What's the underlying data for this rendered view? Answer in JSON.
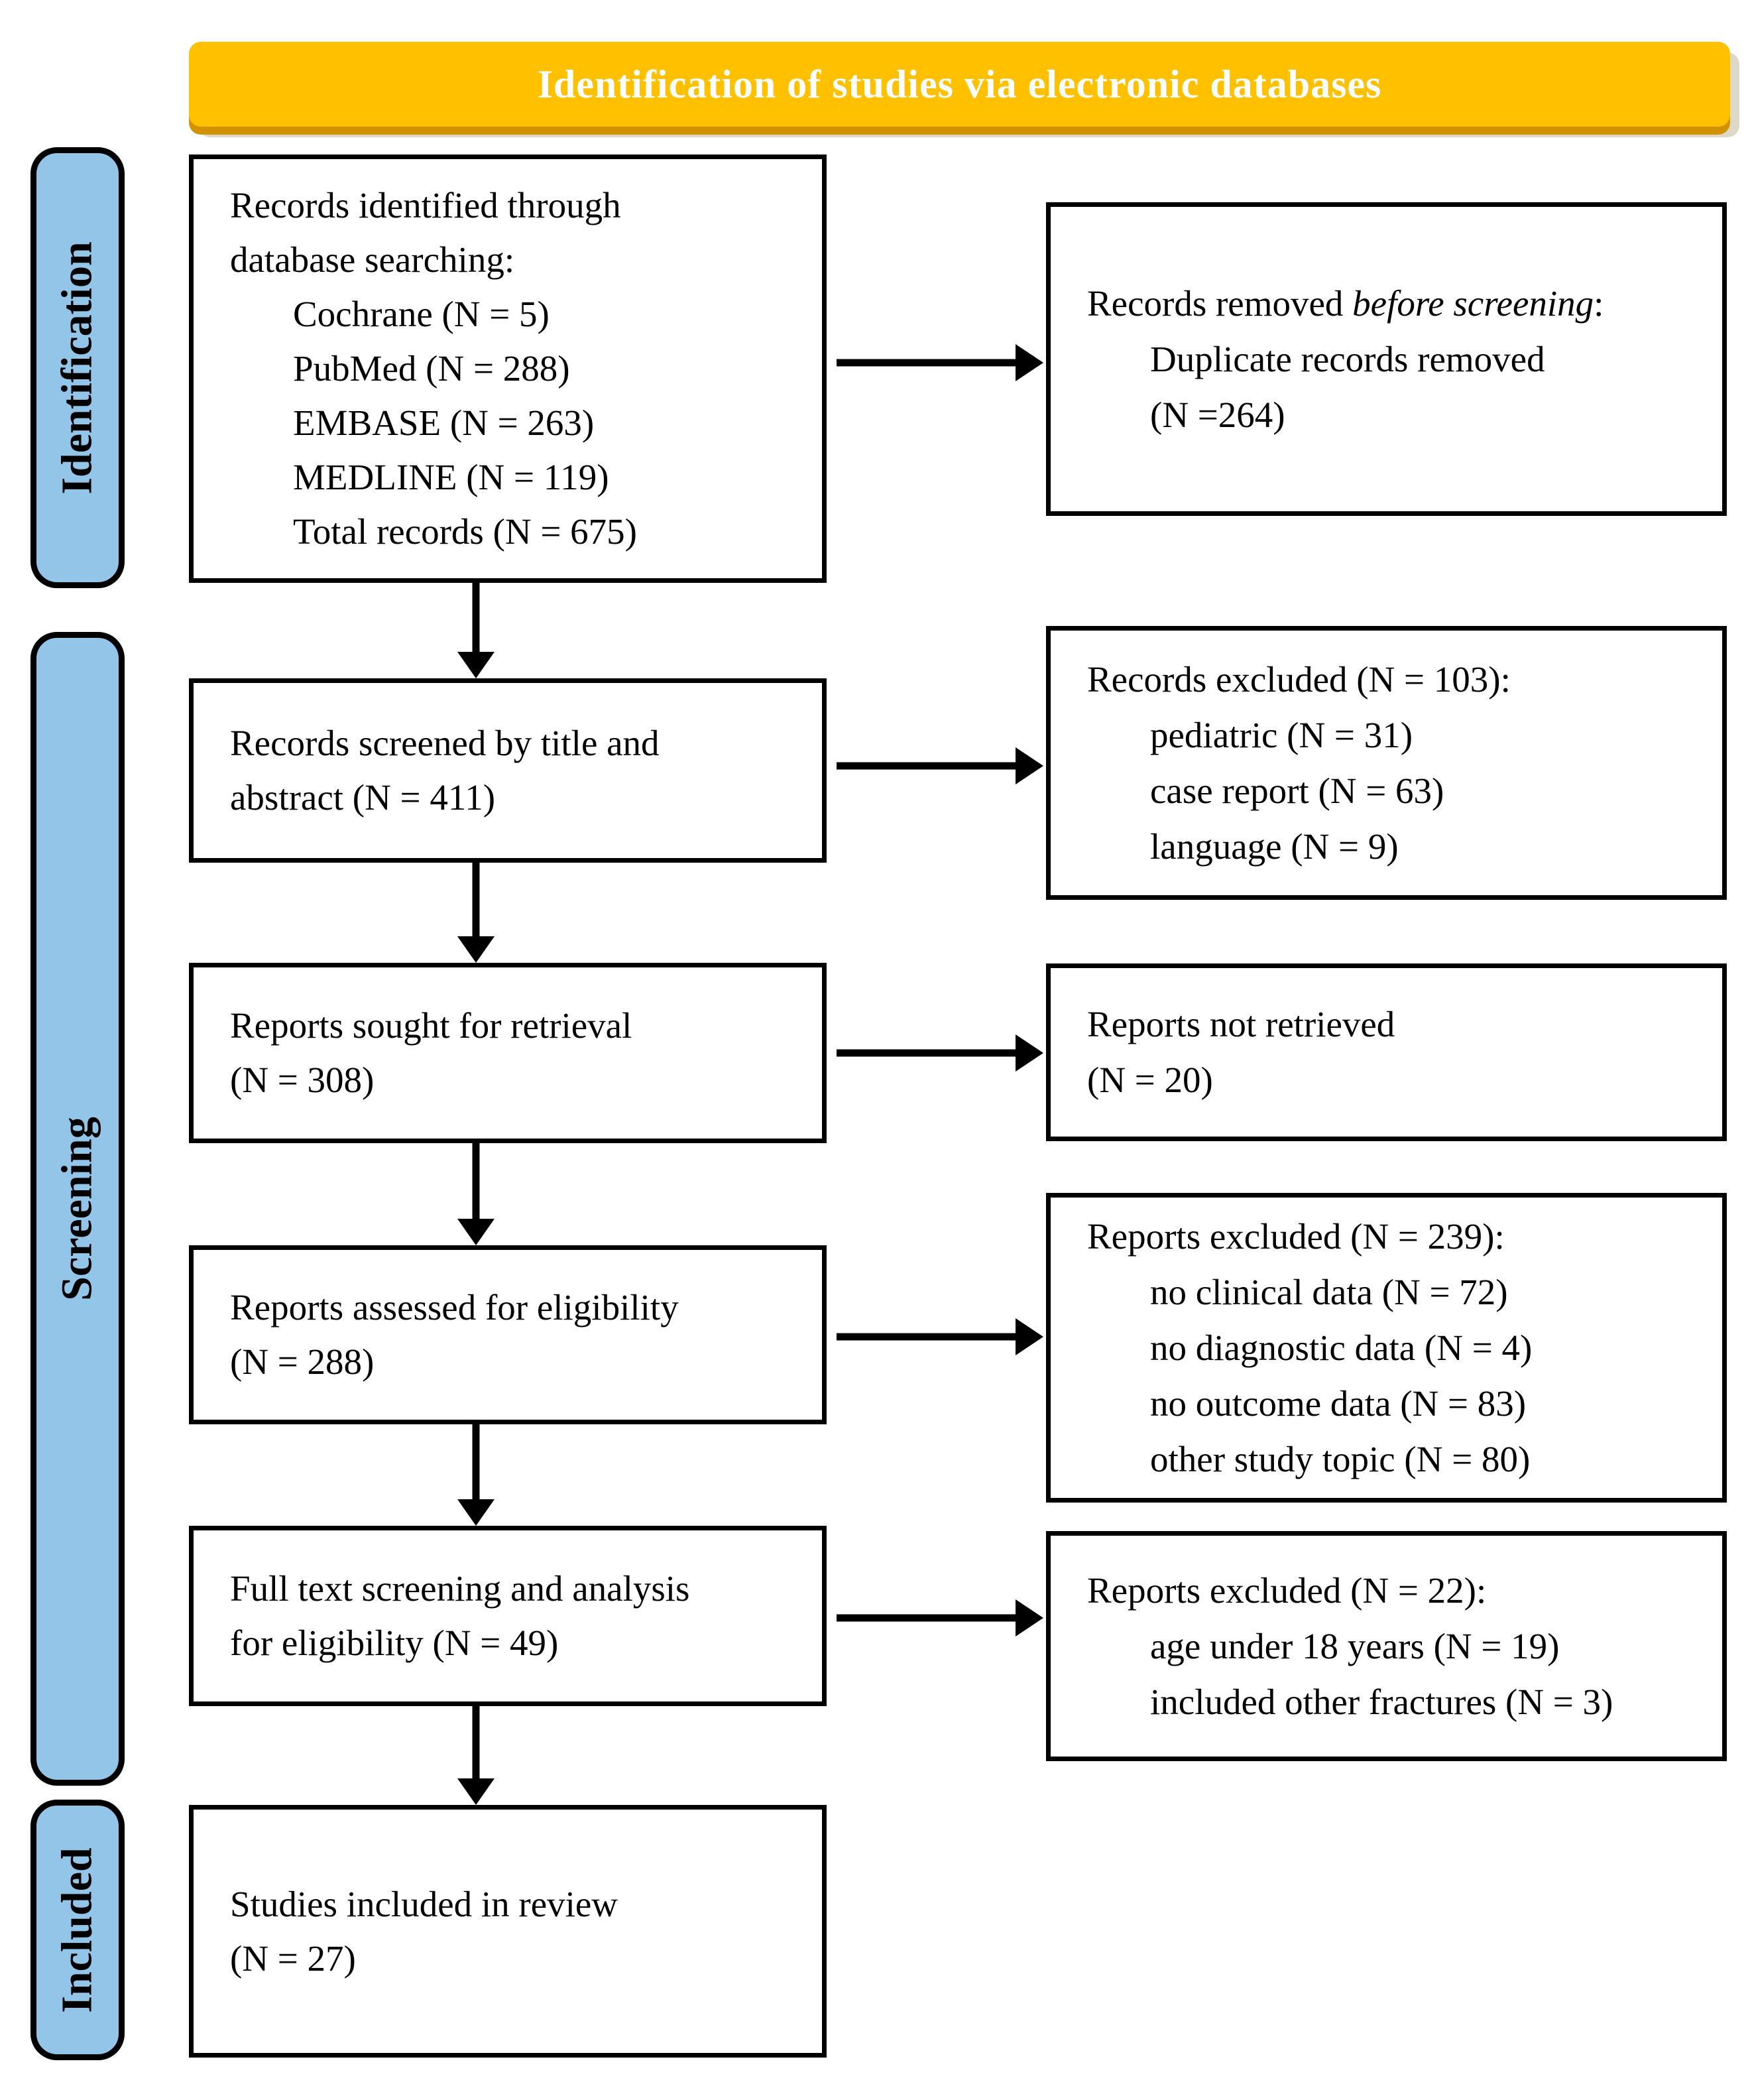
{
  "banner": {
    "text": "Identification of studies via electronic databases"
  },
  "colors": {
    "banner_bg": "#FFC000",
    "banner_shadow_bottom": "#D29200",
    "banner_shadow_offset": "#DED9C6",
    "stage_bg": "#92C5E8",
    "box_border": "#000000",
    "banner_text": "#FFFFFF"
  },
  "stages": {
    "identification": "Identification",
    "screening": "Screening",
    "included": "Included"
  },
  "boxes": {
    "identified": {
      "lines": [
        "Records identified through",
        "database searching:"
      ],
      "items": [
        "Cochrane (N = 5)",
        "PubMed (N = 288)",
        "EMBASE (N = 263)",
        "MEDLINE (N = 119)",
        "Total records (N = 675)"
      ]
    },
    "screened": {
      "lines": [
        "Records screened by title and",
        "abstract (N = 411)"
      ]
    },
    "retrieval": {
      "lines": [
        "Reports sought for retrieval",
        "(N = 308)"
      ]
    },
    "eligibility": {
      "lines": [
        "Reports assessed for eligibility",
        "(N = 288)"
      ]
    },
    "fulltext": {
      "lines": [
        "Full text screening and analysis",
        "for eligibility (N = 49)"
      ]
    },
    "included_review": {
      "lines": [
        "Studies included in review",
        "(N = 27)"
      ]
    }
  },
  "side_boxes": {
    "removed_before_screening": {
      "prefix": "Records removed ",
      "italic": "before screening",
      "suffix": ":",
      "items": [
        "Duplicate records removed",
        "(N =264)"
      ]
    },
    "records_excluded": {
      "title": "Records excluded (N = 103):",
      "items": [
        "pediatric (N = 31)",
        "case report (N = 63)",
        "language (N = 9)"
      ]
    },
    "not_retrieved": {
      "lines": [
        "Reports not retrieved",
        "(N = 20)"
      ]
    },
    "reports_excluded": {
      "title": "Reports excluded (N = 239):",
      "items": [
        "no clinical data (N = 72)",
        "no diagnostic data (N = 4)",
        "no outcome data (N = 83)",
        "other study topic (N = 80)"
      ]
    },
    "fulltext_excluded": {
      "title": "Reports excluded (N = 22):",
      "items": [
        "age under 18 years (N = 19)",
        "included other fractures (N = 3)"
      ]
    }
  }
}
